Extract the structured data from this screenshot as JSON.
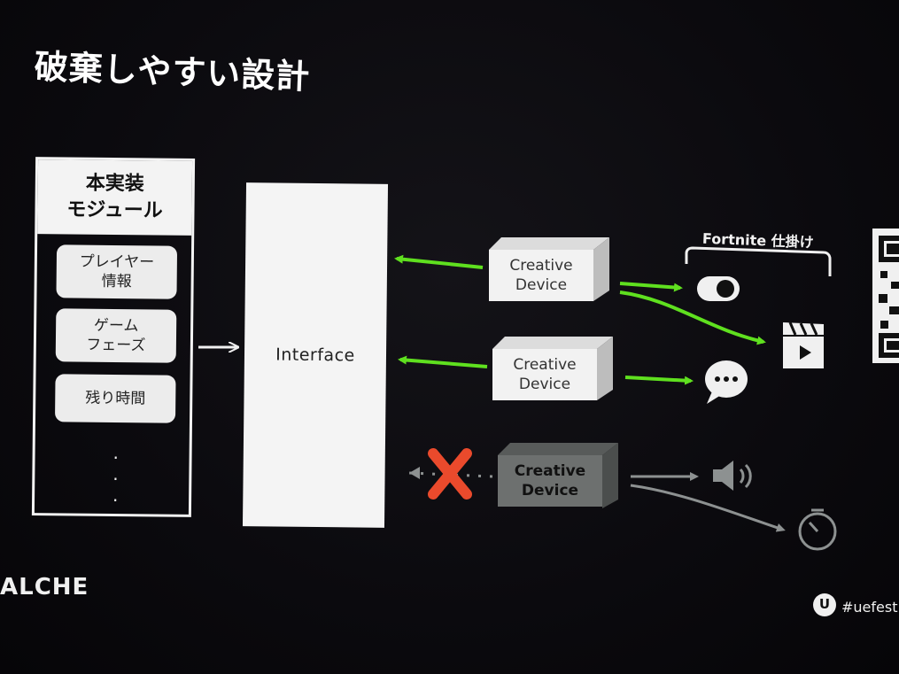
{
  "slide": {
    "title": "破棄しやすい設計",
    "module": {
      "header_line1": "本実装",
      "header_line2": "モジュール",
      "items": [
        {
          "line1": "プレイヤー",
          "line2": "情報"
        },
        {
          "line1": "ゲーム",
          "line2": "フェーズ"
        },
        {
          "line1": "残り時間",
          "line2": ""
        }
      ],
      "ellipsis": ". . ."
    },
    "interface_label": "Interface",
    "devices": [
      {
        "line1": "Creative",
        "line2": "Device",
        "state": "active"
      },
      {
        "line1": "Creative",
        "line2": "Device",
        "state": "active"
      },
      {
        "line1": "Creative",
        "line2": "Device",
        "state": "removed"
      }
    ],
    "fortnite_label": "Fortnite 仕掛け",
    "icons": [
      "toggle-switch-icon",
      "clapperboard-icon",
      "chat-bubble-icon",
      "speaker-icon",
      "timer-icon",
      "cross-icon",
      "ue-logo-icon"
    ],
    "logo_text": "ALCHE",
    "hashtag": "#uefest",
    "ue_badge": "U",
    "colors": {
      "connection_active": "#5fe01f",
      "connection_removed": "#8d9191",
      "cross": "#ea4a2c",
      "background": "#0b0a0e"
    }
  }
}
